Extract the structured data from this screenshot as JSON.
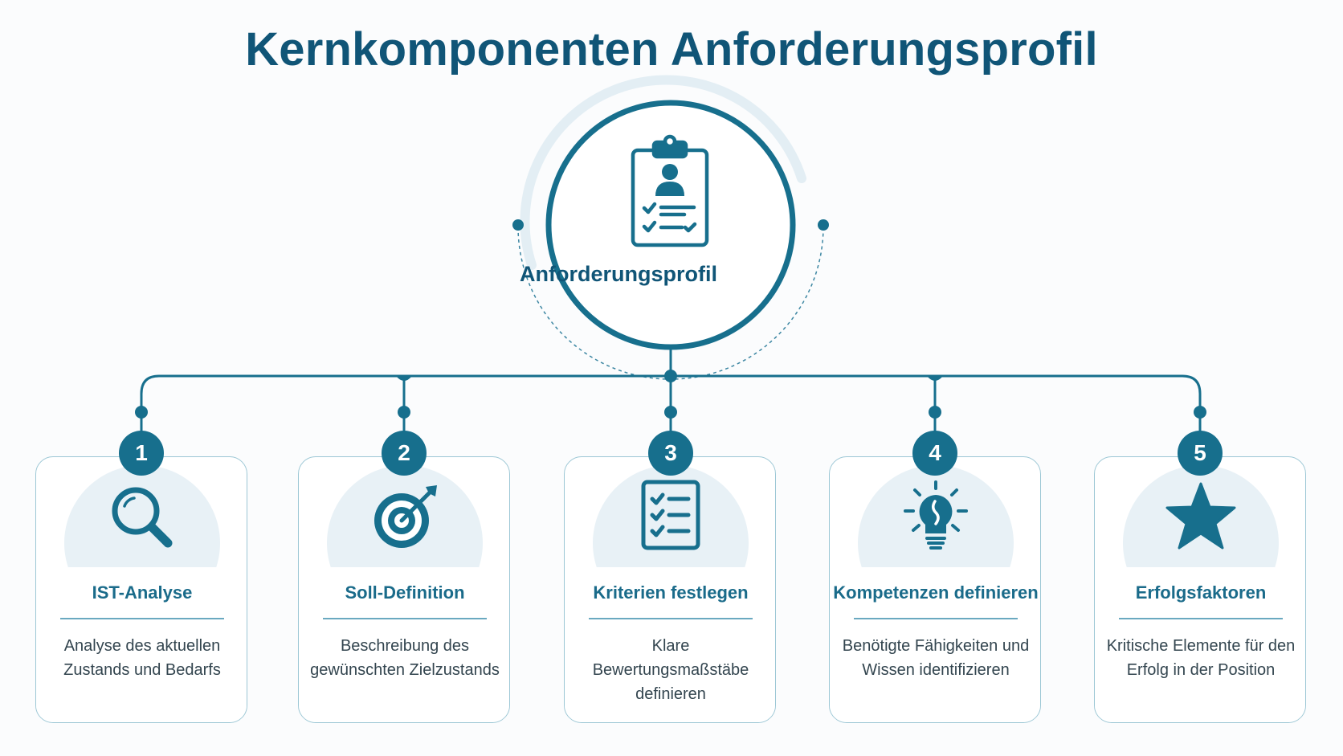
{
  "title": "Kernkomponenten Anforderungsprofil",
  "center": {
    "label": "Anforderungsprofil",
    "icon": "clipboard-profile-icon"
  },
  "colors": {
    "primary": "#176f8d",
    "title": "#105577",
    "card_border": "#9cc7d5",
    "halo": "#e8f1f6"
  },
  "steps": [
    {
      "number": "1",
      "title": "IST-Analyse",
      "description": "Analyse des aktuellen Zustands und Bedarfs",
      "icon": "magnifier-icon"
    },
    {
      "number": "2",
      "title": "Soll-Definition",
      "description": "Beschreibung des gewünschten Zielzustands",
      "icon": "target-icon"
    },
    {
      "number": "3",
      "title": "Kriterien festlegen",
      "description": "Klare Bewertungsmaßstäbe definieren",
      "icon": "checklist-icon"
    },
    {
      "number": "4",
      "title": "Kompetenzen definieren",
      "description": "Benötigte Fähigkeiten und Wissen identifizieren",
      "icon": "lightbulb-icon"
    },
    {
      "number": "5",
      "title": "Erfolgsfaktoren",
      "description": "Kritische Elemente für den Erfolg in der Position",
      "icon": "star-icon"
    }
  ]
}
